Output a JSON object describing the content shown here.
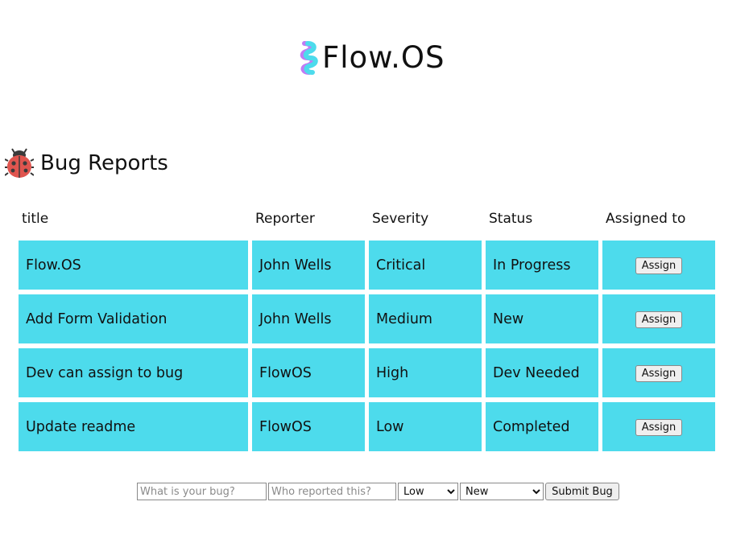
{
  "brand": {
    "name": "Flow.OS",
    "colors": {
      "accent_cyan": "#4ddbec",
      "accent_purple": "#c07bf5"
    }
  },
  "page": {
    "heading": "Bug Reports",
    "heading_icon": "ladybug-icon"
  },
  "table": {
    "columns": [
      "title",
      "Reporter",
      "Severity",
      "Status",
      "Assigned to"
    ],
    "rows": [
      {
        "title": "Flow.OS",
        "reporter": "John Wells",
        "severity": "Critical",
        "status": "In Progress",
        "action": "Assign"
      },
      {
        "title": "Add Form Validation",
        "reporter": "John Wells",
        "severity": "Medium",
        "status": "New",
        "action": "Assign"
      },
      {
        "title": "Dev can assign to bug",
        "reporter": "FlowOS",
        "severity": "High",
        "status": "Dev Needed",
        "action": "Assign"
      },
      {
        "title": "Update readme",
        "reporter": "FlowOS",
        "severity": "Low",
        "status": "Completed",
        "action": "Assign"
      }
    ],
    "row_color": "#4ddbec"
  },
  "form": {
    "bug_placeholder": "What is your bug?",
    "reporter_placeholder": "Who reported this?",
    "severity_selected": "Low",
    "status_selected": "New",
    "submit_label": "Submit Bug"
  }
}
